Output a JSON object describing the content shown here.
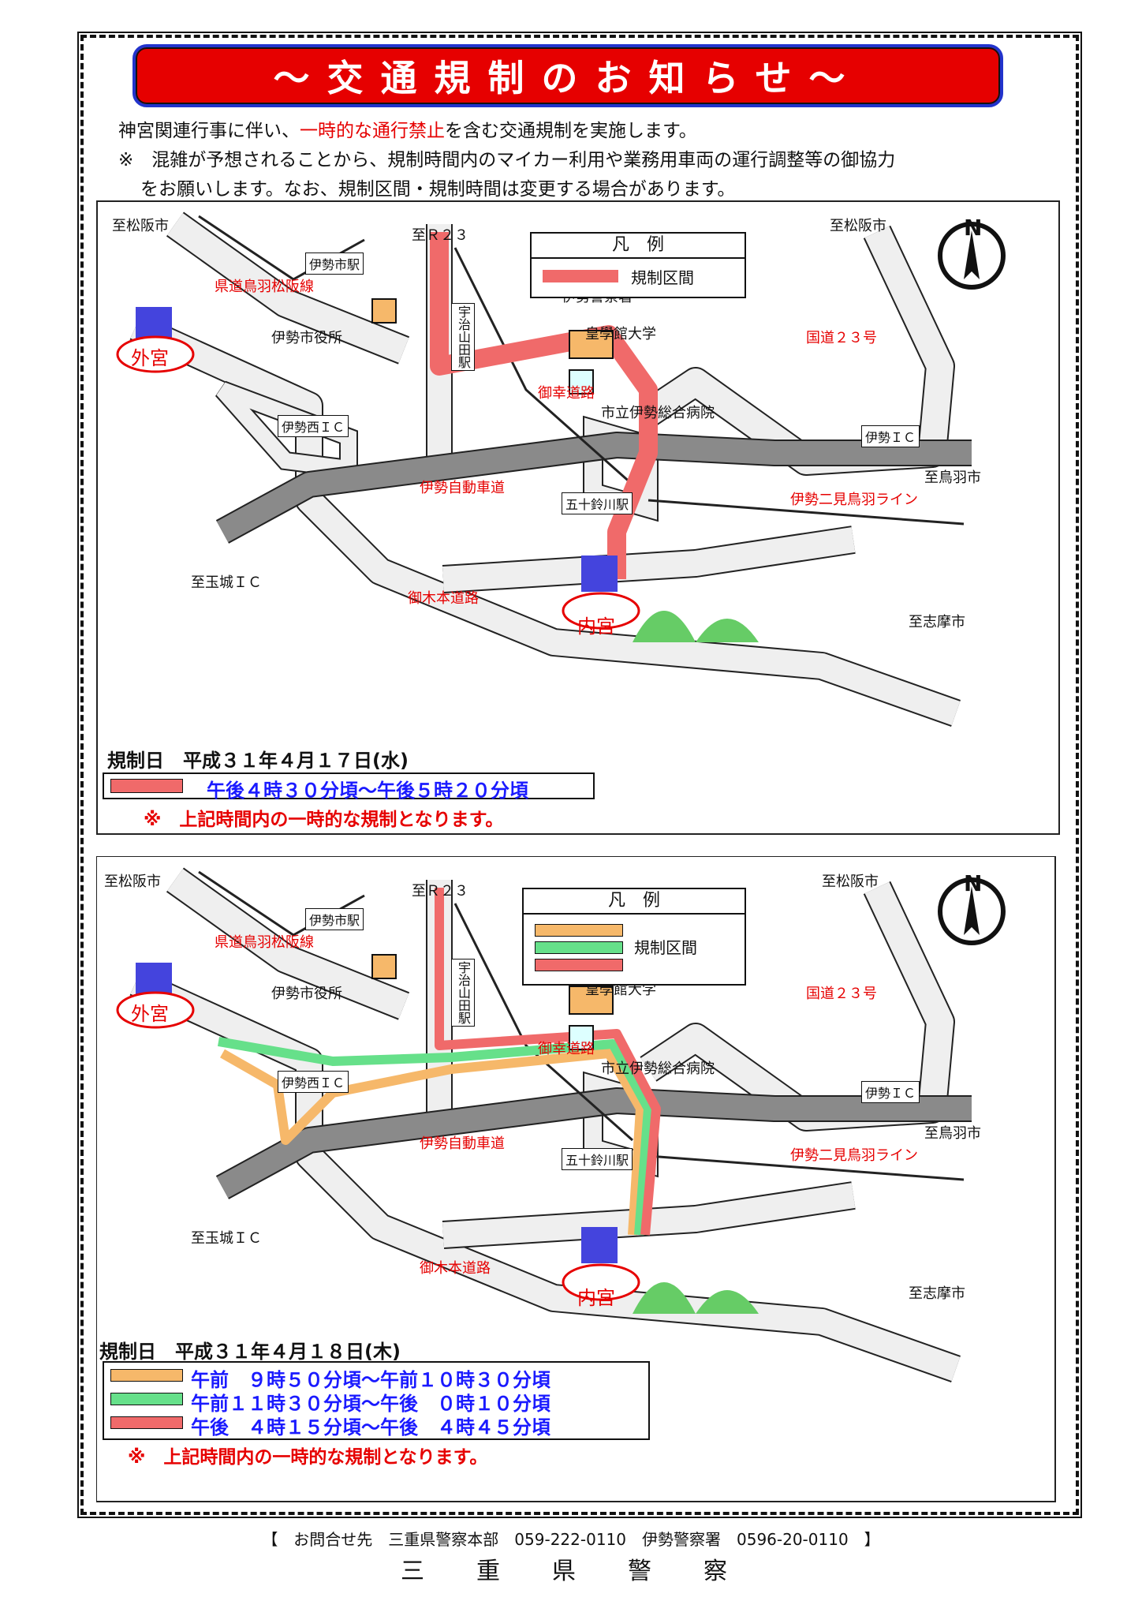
{
  "title": "～交通規制のお知らせ～",
  "intro": {
    "line1_a": "神宮関連行事に伴い、",
    "line1_red": "一時的な通行禁止",
    "line1_b": "を含む交通規制を実施します。",
    "line2": "※　混雑が予想されることから、規制時間内のマイカー利用や業務用車両の運行調整等の御協力",
    "line3": "をお願いします。なお、規制区間・規制時間は変更する場合があります。"
  },
  "map_labels": {
    "to_matsusaka": "至松阪市",
    "to_r23": "至Ｒ２３",
    "ise_station": "伊勢市駅",
    "prefectural_road": "県道鳥羽松阪線",
    "uji_yamada": "宇治山田駅",
    "ise_police": "伊勢警察署",
    "national_23": "国道２３号",
    "city_hall": "伊勢市役所",
    "kogakkan": "皇學館大学",
    "geku": "外宮",
    "naiku": "内宮",
    "miyuki_road": "御幸道路",
    "hospital": "市立伊勢総合病院",
    "ise_nishi_ic": "伊勢西ＩＣ",
    "ise_ic": "伊勢ＩＣ",
    "to_toba": "至鳥羽市",
    "ise_expressway": "伊勢自動車道",
    "isuzugawa": "五十鈴川駅",
    "futami_line": "伊勢二見鳥羽ライン",
    "to_tamaki": "至玉城ＩＣ",
    "miki_road": "御木本道路",
    "to_shima": "至志摩市",
    "north": "N"
  },
  "legend": {
    "title": "凡　例",
    "label": "規制区間"
  },
  "panel1": {
    "date": "規制日　平成３１年４月１７日(水)",
    "times": [
      {
        "text": "午後４時３０分頃～午後５時２０分頃",
        "color": "#f06a6a"
      }
    ],
    "note": "※　上記時間内の一時的な規制となります。"
  },
  "panel2": {
    "date": "規制日　平成３１年４月１８日(木)",
    "times": [
      {
        "text": "午前　９時５０分頃～午前１０時３０分頃",
        "color": "#f6b86a"
      },
      {
        "text": "午前１１時３０分頃～午後　０時１０分頃",
        "color": "#66e08a"
      },
      {
        "text": "午後　４時１５分頃～午後　４時４５分頃",
        "color": "#f06a6a"
      }
    ],
    "note": "※　上記時間内の一時的な規制となります。"
  },
  "colors": {
    "red_route": "#f06a6a",
    "orange_route": "#f6b86a",
    "green_route": "#66e08a",
    "road": "#efefef",
    "expressway": "#8a8a8a",
    "banner": "#e60000",
    "blue_text": "#1a1aff"
  },
  "footer": {
    "contact": "【　お問合せ先　三重県警察本部　059-222-0110　伊勢警察署　0596-20-0110　】",
    "org": "三　重　県　警　察"
  }
}
